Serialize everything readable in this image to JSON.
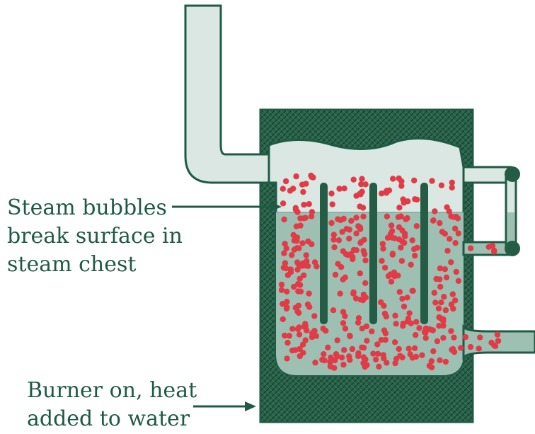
{
  "labels": {
    "steam": {
      "line1": "Steam bubbles",
      "line2": "break surface in",
      "line3": "steam chest"
    },
    "burner": {
      "line1": "Burner on, heat",
      "line2": "added to water"
    }
  },
  "colors": {
    "insulation": "#255c45",
    "vessel_fill": "#dbe7e2",
    "water": "#9ec0b3",
    "bubble": "#e23a47",
    "outline": "#1f5a44",
    "text": "#1f5a44"
  }
}
